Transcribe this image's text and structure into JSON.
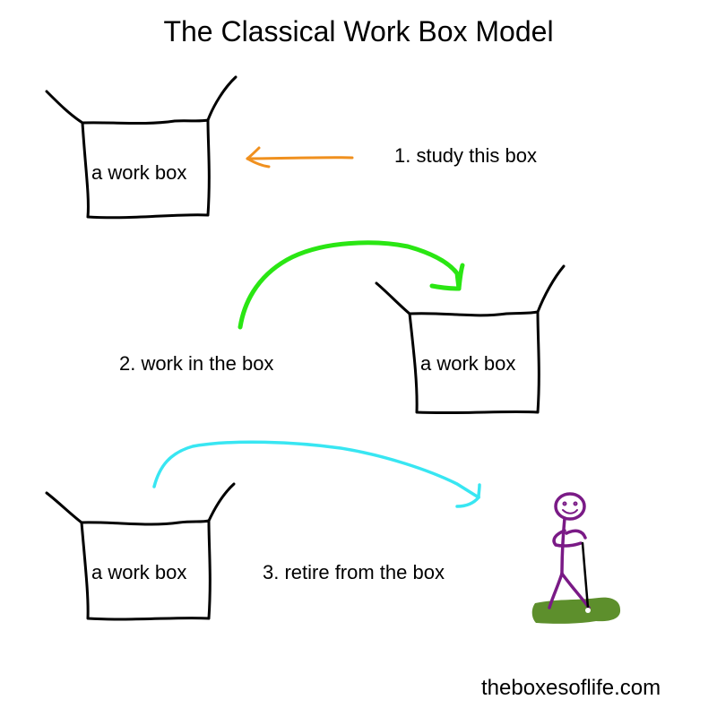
{
  "title": "The Classical Work Box Model",
  "boxes": [
    {
      "label": "a work box"
    },
    {
      "label": "a work box"
    },
    {
      "label": "a work box"
    }
  ],
  "steps": [
    {
      "text": "1. study this box",
      "arrow_color": "#f0901e",
      "arrow_icon": "arrow-left-icon"
    },
    {
      "text": "2. work in the box",
      "arrow_color": "#2ae613",
      "arrow_icon": "curved-arrow-icon"
    },
    {
      "text": "3. retire from the box",
      "arrow_color": "#38e6f2",
      "arrow_icon": "curved-arrow-icon"
    }
  ],
  "retiree": {
    "icon": "stick-figure-golfer-icon",
    "figure_color": "#7a1a86",
    "grass_color": "#5d8f2c"
  },
  "credit": "theboxesoflife.com"
}
